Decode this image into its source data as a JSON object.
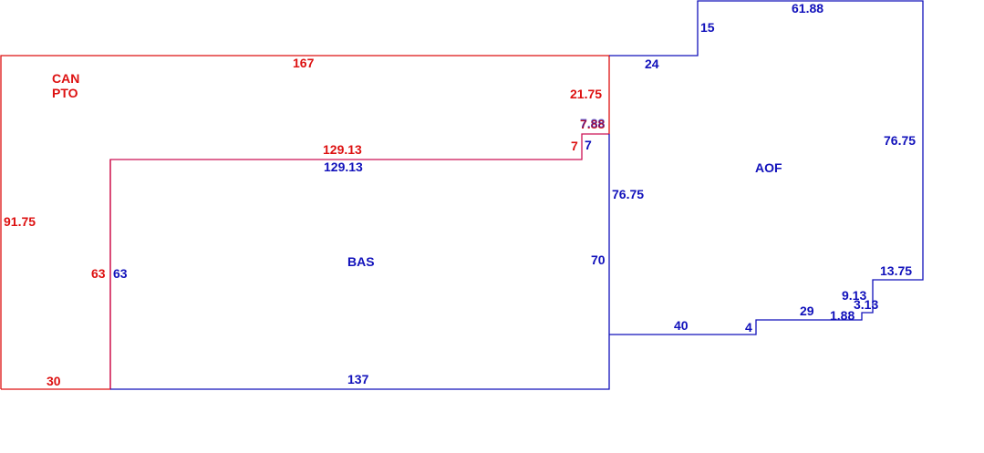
{
  "colors": {
    "can_pto": "#dd1111",
    "bas_aof": "#1111bb",
    "shared_edge": "#cc1155",
    "background": "#ffffff"
  },
  "areas": {
    "can_pto": {
      "label_line1": "CAN",
      "label_line2": "PTO"
    },
    "bas": {
      "label": "BAS"
    },
    "aof": {
      "label": "AOF"
    }
  },
  "dimensions": {
    "can_top": "167",
    "can_left": "91.75",
    "can_bottom": "30",
    "can_right_upper": "21.75",
    "can_notch_top": "7.88",
    "can_notch_side": "7",
    "can_inner_top": "129.13",
    "can_inner_left": "63",
    "bas_top": "129.13",
    "bas_left": "63",
    "bas_bottom": "137",
    "bas_right": "70",
    "bas_notch_side": "7",
    "bas_notch_top": "7.88",
    "aof_top_left": "24",
    "aof_step_up": "15",
    "aof_top": "61.88",
    "aof_right": "76.75",
    "aof_left": "76.75",
    "aof_step_right": "13.75",
    "aof_step_a": "9.13",
    "aof_step_b": "3.13",
    "aof_step_c": "1.88",
    "aof_bottom_a": "29",
    "aof_step_d": "4",
    "aof_bottom_b": "40"
  }
}
